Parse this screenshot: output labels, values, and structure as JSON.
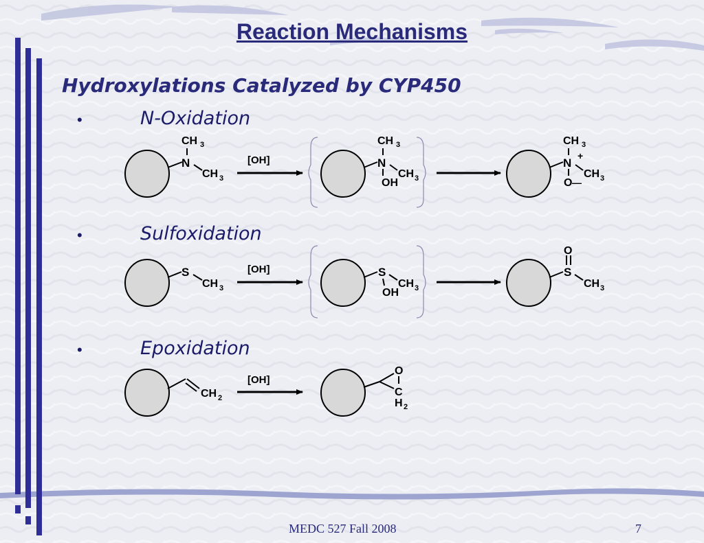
{
  "slide": {
    "title": "Reaction Mechanisms",
    "subtitle": "Hydroxylations Catalyzed by CYP450",
    "bullets": [
      {
        "marker": "•",
        "label": "N-Oxidation"
      },
      {
        "marker": "•",
        "label": "Sulfoxidation"
      },
      {
        "marker": "•",
        "label": "Epoxidation"
      }
    ],
    "footer": {
      "course": "MEDC 527 Fall 2008",
      "page": "7"
    }
  },
  "reagent": "[OH]",
  "chem": {
    "ch3": "CH",
    "sub3": "3",
    "ch2": "CH",
    "sub2": "2",
    "n": "N",
    "s": "S",
    "o": "O",
    "oh": "OH",
    "c": "C",
    "h": "H",
    "plus": "+",
    "minus": "—"
  },
  "colors": {
    "accent": "#2e2e96",
    "title": "#2a2a7a",
    "ring_fill": "#d8d8d8"
  }
}
